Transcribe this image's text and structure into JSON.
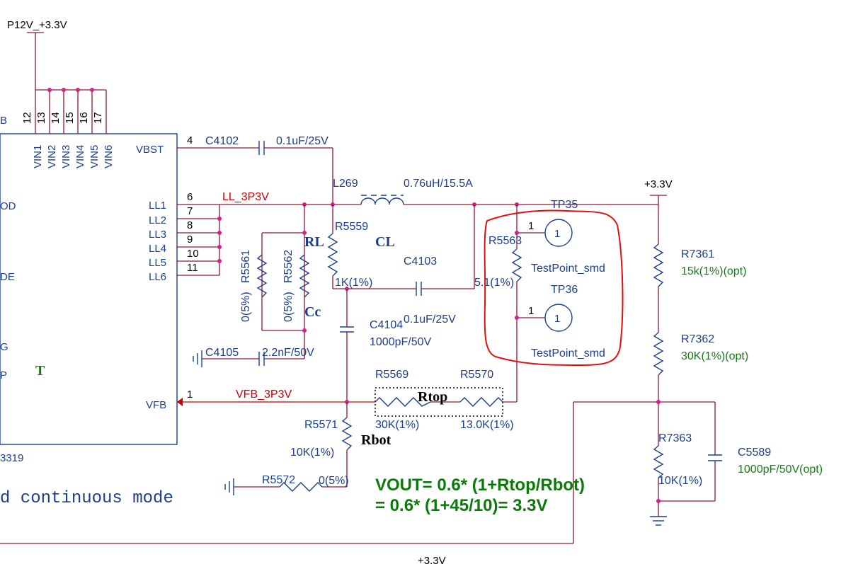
{
  "colors": {
    "wire": "#8a1a3a",
    "component": "#1b3f8b",
    "net_red": "#cc0000",
    "value_green": "#1a7a1a",
    "junction": "#d0208a",
    "highlight": "#e01010"
  },
  "labels": {
    "power_top": "P12V_+3.3V",
    "power_right": "+3.3V",
    "power_bottom": "+3.3V",
    "ic_part_partial": "3319",
    "left_fragment_b": "B",
    "left_fragment_od": "OD",
    "left_fragment_de": "DE",
    "left_fragment_g": "G",
    "left_fragment_p": "P",
    "left_fragment_t": "T",
    "mode_text": "d continuous mode",
    "vbst": "VBST",
    "vfb": "VFB",
    "ll1": "LL1",
    "ll2": "LL2",
    "ll3": "LL3",
    "ll4": "LL4",
    "ll5": "LL5",
    "ll6": "LL6",
    "vin1": "VIN1",
    "vin2": "VIN2",
    "vin3": "VIN3",
    "vin4": "VIN4",
    "vin5": "VIN5",
    "vin6": "VIN6",
    "pin4": "4",
    "pin6": "6",
    "pin7": "7",
    "pin8": "8",
    "pin9": "9",
    "pin10": "10",
    "pin11": "11",
    "pin1": "1",
    "pin12": "12",
    "pin13": "13",
    "pin14": "14",
    "pin15": "15",
    "pin16": "16",
    "pin17": "17",
    "c4102": "C4102",
    "c4102_val": "0.1uF/25V",
    "ll_net": "LL_3P3V",
    "l269": "L269",
    "l269_val": "0.76uH/15.5A",
    "tp35": "TP35",
    "tp36": "TP36",
    "r5559": "R5559",
    "r5559_val": "1K(1%)",
    "rl": "RL",
    "cl": "CL",
    "cc": "Cc",
    "r5561": "R5561",
    "r5561_val": "0(5%)",
    "r5562": "R5562",
    "r5562_val": "0(5%)",
    "c4103": "C4103",
    "c4103_val": "0.1uF/25V",
    "r5563": "R5563",
    "r5563_val": "5.1(1%)",
    "tp_pin": "1",
    "tp_label": "TestPoint_smd",
    "tp_label2": "TestPoint_smd",
    "c4104": "C4104",
    "c4104_val": "1000pF/50V",
    "c4105": "C4105",
    "c4105_val": "2.2nF/50V",
    "r5569": "R5569",
    "r5569_val": "30K(1%)",
    "r5570": "R5570",
    "r5570_val": "13.0K(1%)",
    "rtop": "Rtop",
    "vfb_net": "VFB_3P3V",
    "r5571": "R5571",
    "r5571_val": "10K(1%)",
    "rbot": "Rbot",
    "r5572": "R5572",
    "r5572_val": "0(5%)",
    "r7361": "R7361",
    "r7361_val": "15k(1%)(opt)",
    "r7362": "R7362",
    "r7362_val": "30K(1%)(opt)",
    "r7363": "R7363",
    "r7363_val": "10K(1%)",
    "c5589": "C5589",
    "c5589_val": "1000pF/50V(opt)",
    "formula_line1": "VOUT= 0.6* (1+Rtop/Rbot)",
    "formula_line2": "= 0.6* (1+45/10)= 3.3V"
  }
}
